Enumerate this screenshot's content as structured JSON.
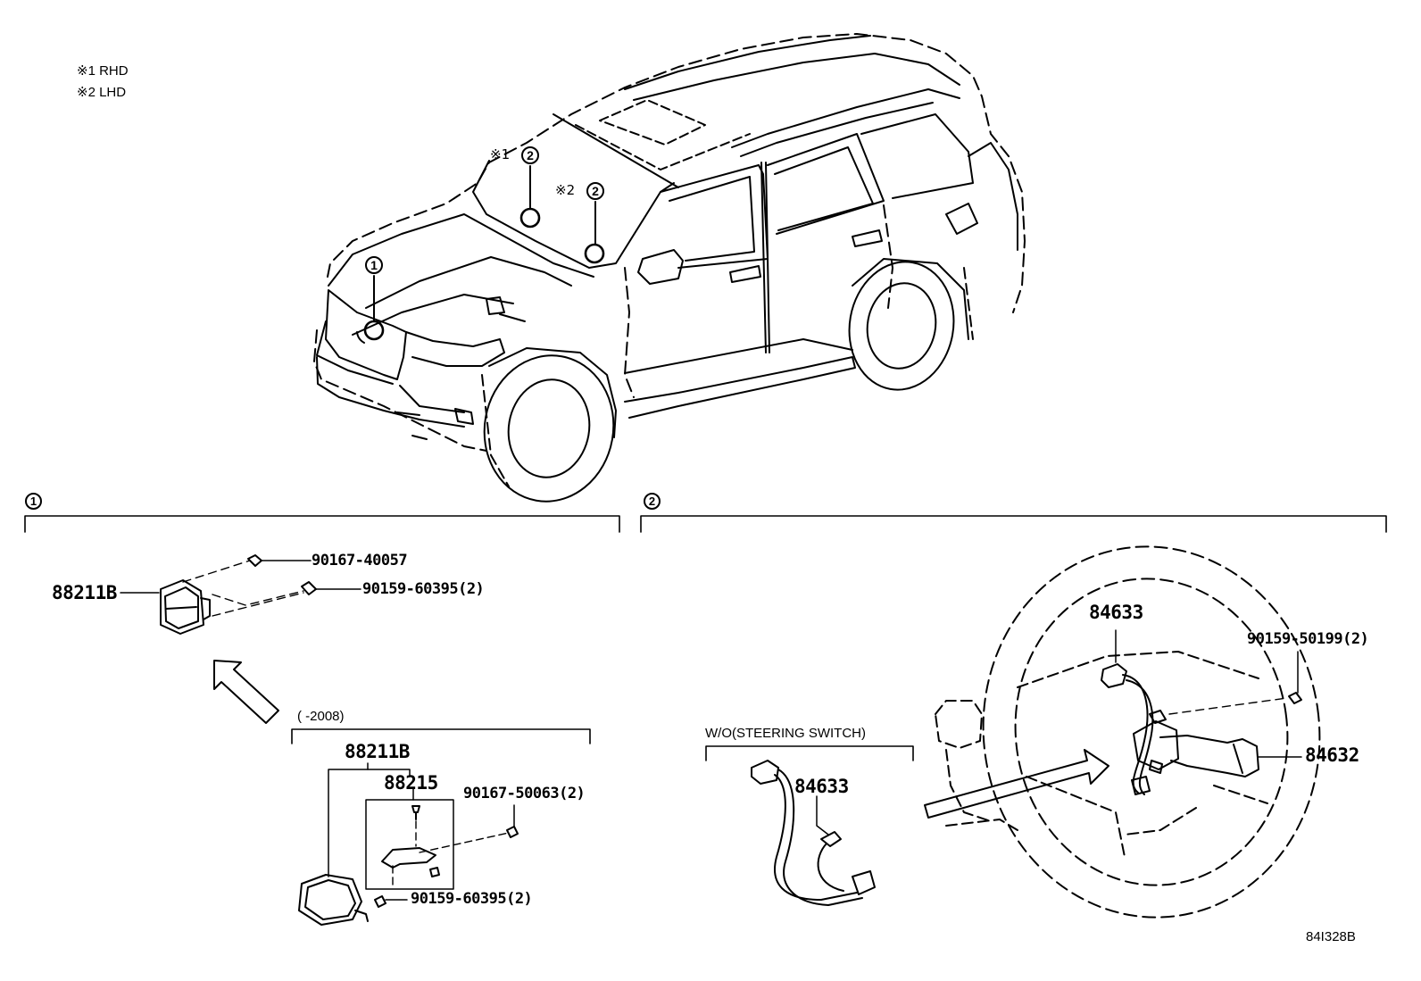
{
  "notes": {
    "rhd": "※1 RHD",
    "lhd": "※2 LHD"
  },
  "vehicle_callouts": {
    "callout_1": "1",
    "callout_2_rhd_mark": "※1",
    "callout_2_rhd": "2",
    "callout_2_lhd_mark": "※2",
    "callout_2_lhd": "2"
  },
  "section_1": {
    "index": "1",
    "parts": {
      "p88211B": "88211B",
      "p90167_40057": "90167-40057",
      "p90159_60395_a": "90159-60395(2)"
    },
    "subsection": {
      "caption": "(      -2008)",
      "p88211B": "88211B",
      "p88215": "88215",
      "p90167_50063": "90167-50063(2)",
      "p90159_60395_b": "90159-60395(2)"
    }
  },
  "section_2": {
    "index": "2",
    "wo_caption": "W/O(STEERING SWITCH)",
    "parts": {
      "p84633_wo": "84633",
      "p84633": "84633",
      "p90159_50199": "90159-50199(2)",
      "p84632": "84632"
    }
  },
  "diagram_code": "84I328B"
}
